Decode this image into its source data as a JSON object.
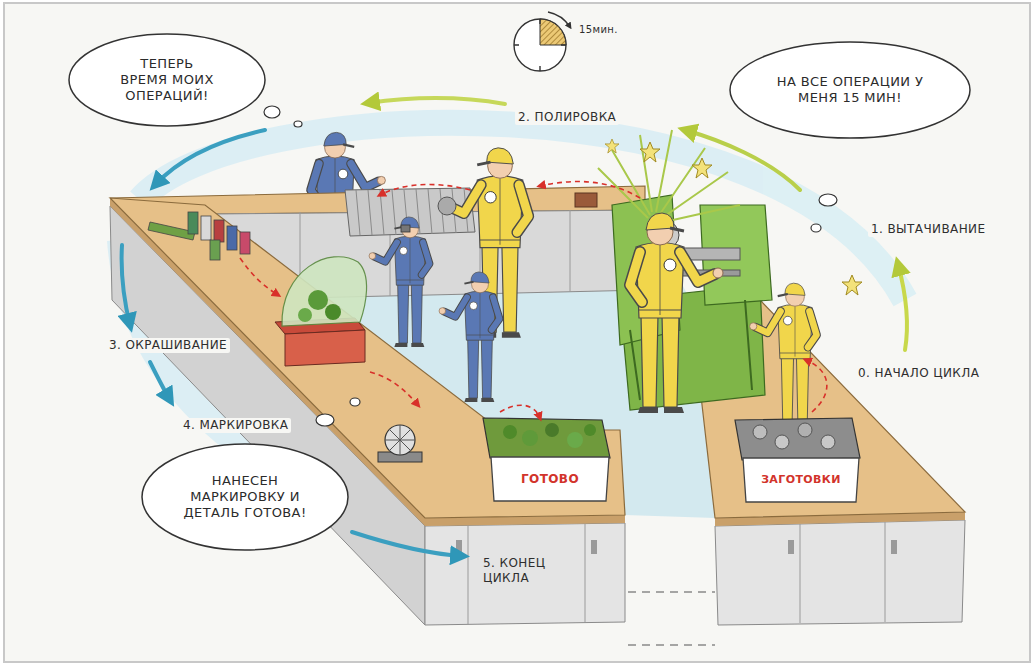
{
  "diagram": {
    "nodes": [
      {
        "text": [
          "ТЕПЕРЬ ВРЕМЯ МОИХ ОПЕРАЦИЙ!"
        ]
      },
      {
        "text": [
          "НА ВСЕ ОПЕРАЦИИ У МЕНЯ 15 МИН!"
        ]
      },
      {
        "text": [
          "НАНЕСЕН МАРКИРОВКУ И ДЕТАЛЬ ГОТОВА!"
        ]
      },
      {
        "text": [
          "ГОТОВО"
        ]
      },
      {
        "text": [
          "ЗАГОТОВКИ"
        ]
      }
    ],
    "labels": [
      "15мин.",
      "2. ПОЛИРОВКА",
      "1. ВЫТАЧИВАНИЕ",
      "0. НАЧАЛО ЦИКЛА",
      "3. ОКРАШИВАНИЕ",
      "4. МАРКИРОВКА",
      "5. КОНЕЦ ЦИКЛА"
    ]
  }
}
